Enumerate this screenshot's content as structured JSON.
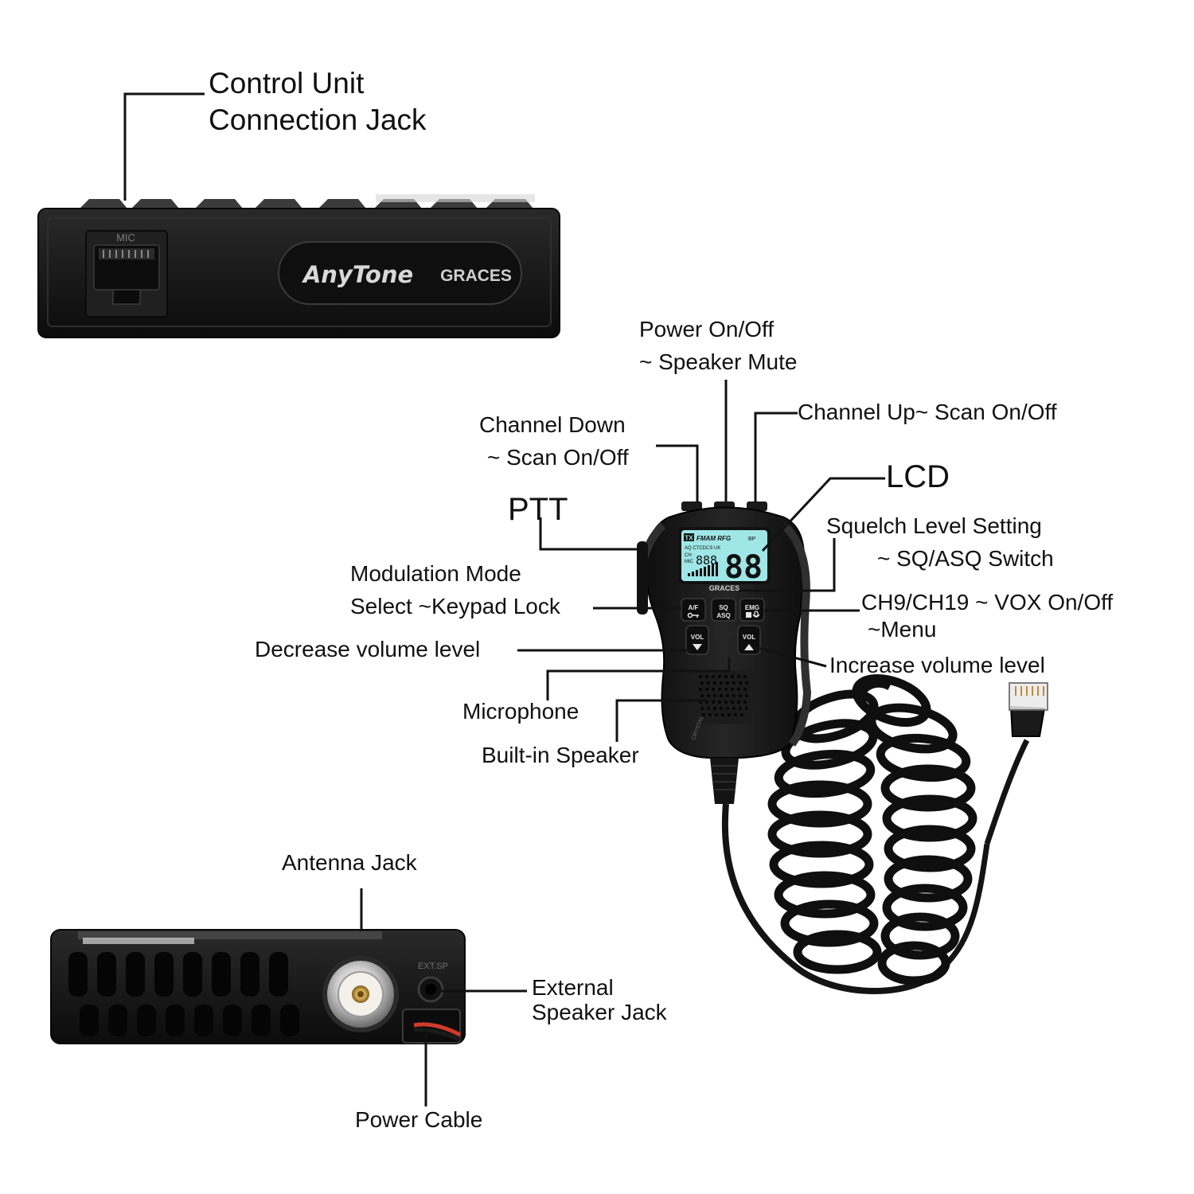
{
  "labels": {
    "control_unit_jack": [
      "Control Unit",
      "Connection Jack"
    ],
    "power": [
      "Power On/Off",
      "~ Speaker Mute"
    ],
    "channel_up": "Channel Up~ Scan On/Off",
    "channel_down": [
      "Channel Down",
      "~ Scan On/Off"
    ],
    "lcd": "LCD",
    "ptt": "PTT",
    "squelch": [
      "Squelch Level Setting",
      "~ SQ/ASQ Switch"
    ],
    "modulation": [
      "Modulation Mode",
      "Select ~Keypad Lock"
    ],
    "ch9": [
      "CH9/CH19 ~ VOX On/Off",
      "~Menu"
    ],
    "vol_down": "Decrease volume level",
    "vol_up": "Increase volume level",
    "microphone": "Microphone",
    "speaker": "Built-in Speaker",
    "antenna": "Antenna Jack",
    "ext_speaker": [
      "External",
      "Speaker Jack"
    ],
    "power_cable": "Power Cable"
  },
  "device": {
    "brand": "AnyTone",
    "model": "GRACES",
    "mic_port": "MIC",
    "ext_port": "EXT.SP",
    "lcd_digits": "88",
    "lcd_small_digits": "888",
    "lcd_tx": "TX",
    "lcd_mode": "FMAM RFG",
    "lcd_row2": "AQ CTCDCS UK",
    "lcd_ch": "CH",
    "lcd_mic": "MIC",
    "lcd_bp": "BP",
    "mic_brand": "GRACES",
    "mic_side": "CRYSTAL",
    "keys": {
      "af_top": "A/F",
      "sq_top": "SQ",
      "sq_bottom": "ASQ",
      "emg_top": "EMG",
      "vol": "VOL"
    }
  },
  "colors": {
    "ink": "#111111",
    "body": "#1b1b1b",
    "lcd": "#9fe6e6",
    "brass": "#c9a04a",
    "red_wire": "#d23a2a"
  }
}
